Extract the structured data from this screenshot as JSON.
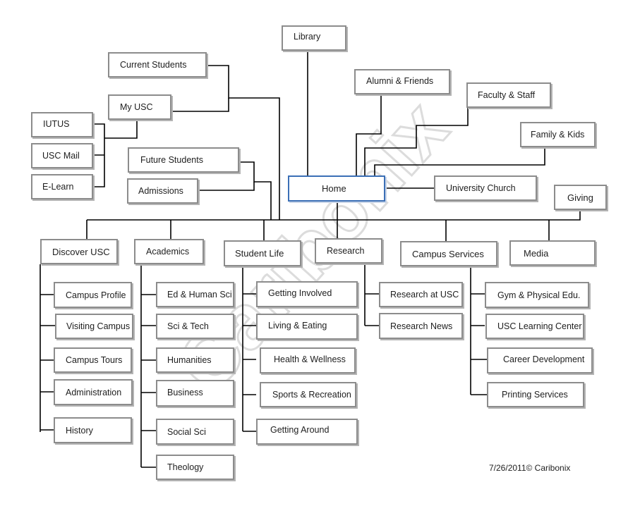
{
  "diagram": {
    "nodes": {
      "library": "Library",
      "current_students": "Current Students",
      "my_usc": "My USC",
      "alumni_friends": "Alumni & Friends",
      "faculty_staff": "Faculty & Staff",
      "family_kids": "Family & Kids",
      "iutus": "IUTUS",
      "usc_mail": "USC Mail",
      "e_learn": "E-Learn",
      "future_students": "Future Students",
      "admissions": "Admissions",
      "home": "Home",
      "university_church": "University Church",
      "giving": "Giving",
      "discover_usc": "Discover USC",
      "academics": "Academics",
      "student_life": "Student Life",
      "research": "Research",
      "campus_services": "Campus Services",
      "media": "Media",
      "campus_profile": "Campus Profile",
      "visiting_campus": "Visiting Campus",
      "campus_tours": "Campus Tours",
      "administration": "Administration",
      "history": "History",
      "ed_human_sci": "Ed & Human Sci",
      "sci_tech": "Sci & Tech",
      "humanities": "Humanities",
      "business": "Business",
      "social_sci": "Social Sci",
      "theology": "Theology",
      "getting_involved": "Getting Involved",
      "living_eating": "Living & Eating",
      "health_wellness": "Health & Wellness",
      "sports_recreation": "Sports & Recreation",
      "getting_around": "Getting Around",
      "research_at_usc": "Research at USC",
      "research_news": "Research News",
      "gym_physical_edu": "Gym & Physical Edu.",
      "usc_learning_center": "USC Learning Center",
      "career_development": "Career Development",
      "printing_services": "Printing Services"
    },
    "footer": "7/26/2011© Caribonix",
    "watermark": "Caribonix",
    "colors": {
      "box_border": "#8c8c8c",
      "home_border": "#3b6fb6",
      "line": "#000000"
    }
  }
}
